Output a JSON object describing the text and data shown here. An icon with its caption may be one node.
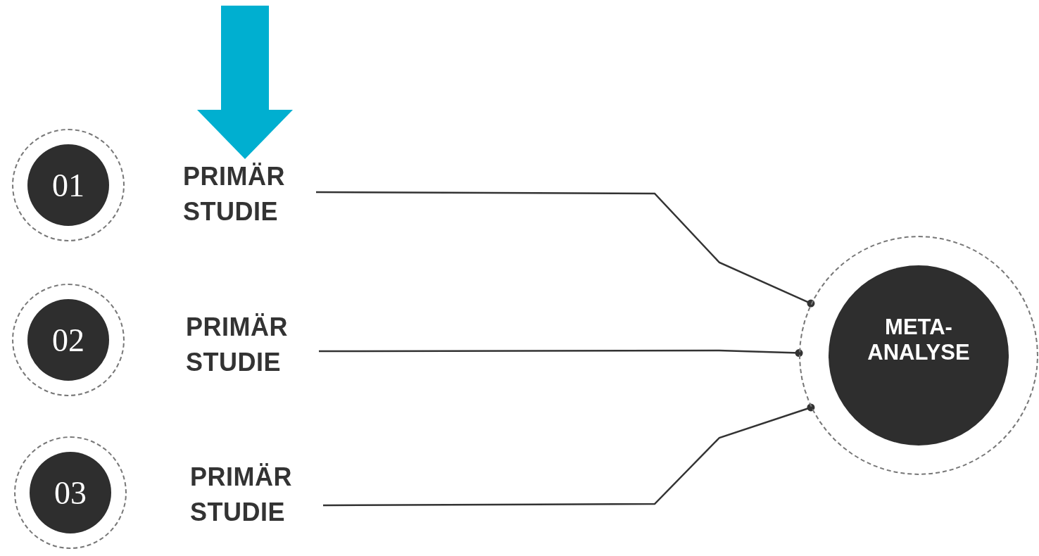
{
  "diagram": {
    "nodes": [
      {
        "text": [
          "01"
        ]
      },
      {
        "text": [
          "PRIMÄR STUDIE"
        ]
      },
      {
        "text": [
          "02"
        ]
      },
      {
        "text": [
          "PRIMÄR STUDIE"
        ]
      },
      {
        "text": [
          "03"
        ]
      },
      {
        "text": [
          "PRIMÄR STUDIE"
        ]
      },
      {
        "text": [
          "META-ANALYSE"
        ]
      }
    ],
    "edges": [
      {
        "from": null,
        "to": 1,
        "arrow": "to",
        "style": "thick",
        "color": "#00afd0"
      },
      {
        "from": 1,
        "to": 6,
        "arrow": "other"
      },
      {
        "from": 3,
        "to": 6,
        "arrow": "other"
      },
      {
        "from": 5,
        "to": 6,
        "arrow": "other"
      }
    ]
  }
}
